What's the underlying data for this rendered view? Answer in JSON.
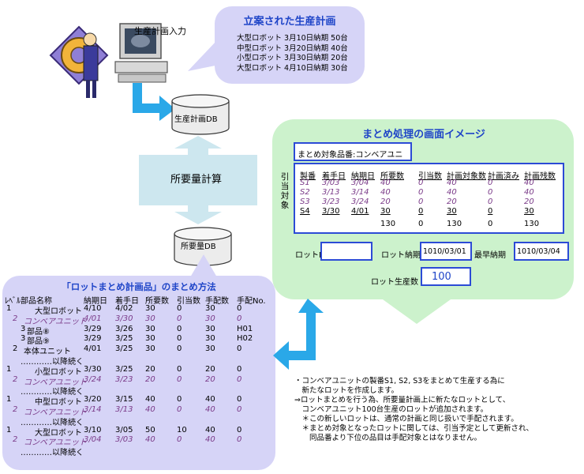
{
  "input_label": "生産計画入力",
  "plan": {
    "title": "立案された生産計画",
    "items": [
      "大型ロボット 3月10日納期 50台",
      "中型ロボット 3月20日納期 40台",
      "小型ロボット 3月30日納期 20台",
      "大型ロボット 4月10日納期 30台"
    ]
  },
  "db1_label": "生産計画DB",
  "calc_label": "所要量計算",
  "db2_label": "所要量DB",
  "screen": {
    "title": "まとめ処理の画面イメージ",
    "target_item": "まとめ対象品番:コンベアユニット",
    "allocation_label": "引当対象",
    "headers": [
      "製番",
      "着手日",
      "納期日",
      "所要数",
      "引当数",
      "計画対象数",
      "計画済み",
      "計画残数"
    ],
    "rows": [
      [
        "S1",
        "3/03",
        "3/04",
        "40",
        "0",
        "40",
        "0",
        "40"
      ],
      [
        "S2",
        "3/13",
        "3/14",
        "40",
        "0",
        "40",
        "0",
        "40"
      ],
      [
        "S3",
        "3/23",
        "3/24",
        "20",
        "0",
        "20",
        "0",
        "20"
      ],
      [
        "S4",
        "3/30",
        "4/01",
        "30",
        "0",
        "30",
        "0",
        "30"
      ]
    ],
    "totals": [
      "130",
      "0",
      "130",
      "0",
      "130"
    ],
    "lot_no_label": "ロットNo.",
    "lot_no_value": "",
    "lot_due_label": "ロット納期",
    "lot_due_value": "1010/03/01",
    "earliest_label": "最早納期",
    "earliest_value": "1010/03/04",
    "lot_qty_label": "ロット生産数",
    "lot_qty_value": "100"
  },
  "method": {
    "title": "「ロットまとめ計画品」のまとめ方法",
    "headers": [
      "ﾚﾍﾞﾙ",
      "部品名称",
      "納期日",
      "着手日",
      "所要数",
      "引当数",
      "手配数",
      "手配No."
    ],
    "rows": [
      {
        "level": "1",
        "name": "大型ロボット",
        "due": "4/10",
        "start": "4/02",
        "req": "30",
        "alloc": "0",
        "arr": "30",
        "no": "0",
        "style": "n"
      },
      {
        "level": "2",
        "name": "コンベアユニット",
        "due": "4/01",
        "start": "3/30",
        "req": "30",
        "alloc": "0",
        "arr": "30",
        "no": "0",
        "style": "i"
      },
      {
        "level": "3",
        "name": "部品⑧",
        "due": "3/29",
        "start": "3/26",
        "req": "30",
        "alloc": "0",
        "arr": "30",
        "no": "H01",
        "style": "n"
      },
      {
        "level": "3",
        "name": "部品⑨",
        "due": "3/29",
        "start": "3/25",
        "req": "30",
        "alloc": "0",
        "arr": "30",
        "no": "H02",
        "style": "n"
      },
      {
        "level": "2",
        "name": "本体ユニット",
        "due": "4/01",
        "start": "3/25",
        "req": "30",
        "alloc": "0",
        "arr": "30",
        "no": "0",
        "style": "n"
      },
      {
        "text": "…………以降続く"
      },
      {
        "level": "1",
        "name": "小型ロボット",
        "due": "3/30",
        "start": "3/25",
        "req": "20",
        "alloc": "0",
        "arr": "20",
        "no": "0",
        "style": "n"
      },
      {
        "level": "2",
        "name": "コンベアユニット",
        "due": "3/24",
        "start": "3/23",
        "req": "20",
        "alloc": "0",
        "arr": "20",
        "no": "0",
        "style": "i"
      },
      {
        "text": "…………以降続く"
      },
      {
        "level": "1",
        "name": "中型ロボット",
        "due": "3/20",
        "start": "3/15",
        "req": "40",
        "alloc": "0",
        "arr": "40",
        "no": "0",
        "style": "n"
      },
      {
        "level": "2",
        "name": "コンベアユニット",
        "due": "3/14",
        "start": "3/13",
        "req": "40",
        "alloc": "0",
        "arr": "40",
        "no": "0",
        "style": "i"
      },
      {
        "text": "…………以降続く"
      },
      {
        "level": "1",
        "name": "大型ロボット",
        "due": "3/10",
        "start": "3/05",
        "req": "50",
        "alloc": "10",
        "arr": "40",
        "no": "0",
        "style": "n"
      },
      {
        "level": "2",
        "name": "コンベアユニット",
        "due": "3/04",
        "start": "3/03",
        "req": "40",
        "alloc": "0",
        "arr": "40",
        "no": "0",
        "style": "i"
      },
      {
        "text": "…………以降続く"
      }
    ]
  },
  "notes": [
    "・コンベアユニットの製番S1, S2, S3をまとめて生産する為に",
    "　新たなロットを作成します。",
    "⇒ロットまとめを行う為、所要量計画上に新たなロットとして、",
    "　コンベアユニット100台生産のロットが追加されます。",
    "　＊この新しいロットは、通常の計画と同じ扱いで手配されます。",
    "　＊まとめ対象となったロットに関しては、引当予定として更新され、",
    "　　同品番より下位の品目は手配対象とはなりません。"
  ],
  "colors": {
    "title_blue": "#1f45c8",
    "box_blue": "#2c4bd6",
    "lavender": "#d6d4f7",
    "mint": "#ccf2cc",
    "arrow_cyan": "#2aa8e8",
    "italic_purple": "#7a3a88"
  }
}
